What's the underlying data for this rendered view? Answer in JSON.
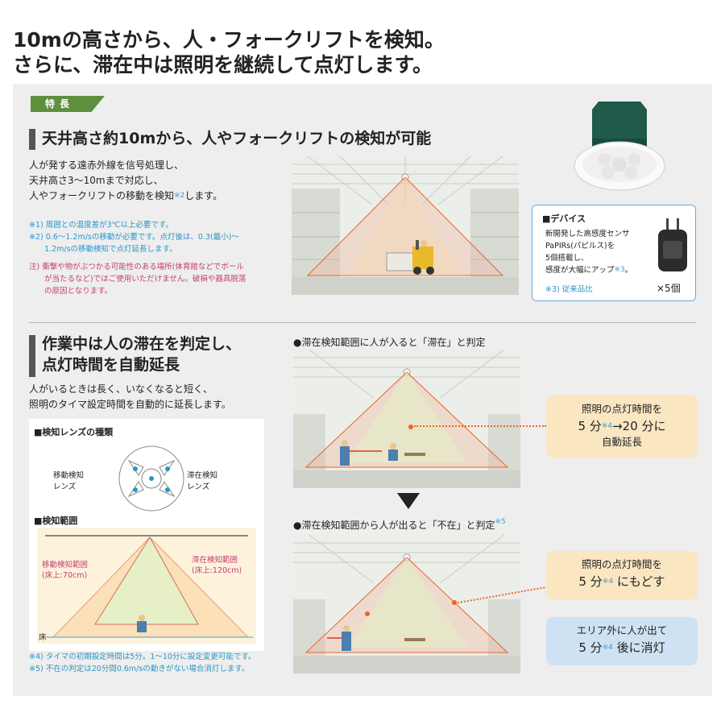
{
  "headline": {
    "line1": "10mの高さから、人・フォークリフトを検知。",
    "line2": "さらに、滞在中は照明を継続して点灯します。"
  },
  "feature_tag": "特長",
  "section1": {
    "title": "天井高さ約10mから、人やフォークリフトの検知が可能",
    "body": [
      "人が発する遠赤外線を信号処理し、",
      "天井高さ3〜10mまで対応し、",
      "人やフォークリフトの移動を検知"
    ],
    "body_mark": "※2",
    "body_tail": "します。",
    "notes_blue": [
      "※1) 周囲との温度差が3℃以上必要です。",
      "※2) 0.6〜1.2m/sの移動が必要です。点灯後は、0.3(最小)〜",
      "　　1.2m/sの移動検知で点灯延長します。"
    ],
    "notes_red": [
      "注) 衝撃や物がぶつかる可能性のある場所(体育館などでボール",
      "　　が当たるなど)ではご使用いただけません。破損や器具脱落",
      "　　の原因となります。"
    ]
  },
  "device": {
    "title": "■デバイス",
    "lines": [
      "新開発した高感度センサ",
      "PaPIRs(パピルス)を",
      "5個搭載し、"
    ],
    "line4": "感度が大幅にアップ",
    "line4_mark": "※3",
    "line4_tail": "。",
    "note": "※3) 従来品比",
    "qty": "×5個"
  },
  "section2": {
    "title_line1": "作業中は人の滞在を判定し、",
    "title_line2": "点灯時間を自動延長",
    "body": [
      "人がいるときは長く、いなくなると短く、",
      "照明のタイマ設定時間を自動的に延長します。"
    ]
  },
  "lens": {
    "title": "■検知レンズの種類",
    "move_label": [
      "移動検知",
      "レンズ"
    ],
    "stay_label": [
      "滞在検知",
      "レンズ"
    ],
    "range_title": "■検知範囲",
    "move_range": [
      "移動検知範囲",
      "(床上:70cm)"
    ],
    "stay_range": [
      "滞在検知範囲",
      "(床上:120cm)"
    ],
    "floor": "床"
  },
  "scenario1": {
    "caption": "●滞在検知範囲に人が入ると「滞在」と判定",
    "callout": {
      "l1": "照明の点灯時間を",
      "l2a": "5 分",
      "mark": "※4",
      "l2b": "→20 分に",
      "l3": "自動延長"
    }
  },
  "scenario2": {
    "caption": "●滞在検知範囲から人が出ると「不在」と判定",
    "caption_mark": "※5",
    "callout1": {
      "l1": "照明の点灯時間を",
      "l2a": "5 分",
      "mark": "※4",
      "l2b": " にもどす"
    },
    "callout2": {
      "l1": "エリア外に人が出て",
      "l2a": "5 分",
      "mark": "※4",
      "l2b": " 後に消灯"
    }
  },
  "footnotes": [
    "※4) タイマの初期設定時間は5分。1〜10分に設定変更可能です。",
    "※5) 不在の判定は20分間0.6m/sの動きがない場合消灯します。"
  ],
  "colors": {
    "feature_green": "#5e8f3e",
    "note_blue": "#2b95c8",
    "note_red": "#c53c73",
    "callout_yellow": "#fbe6c2",
    "callout_blue": "#cfe2f3",
    "detect_orange": "#e8652a"
  }
}
